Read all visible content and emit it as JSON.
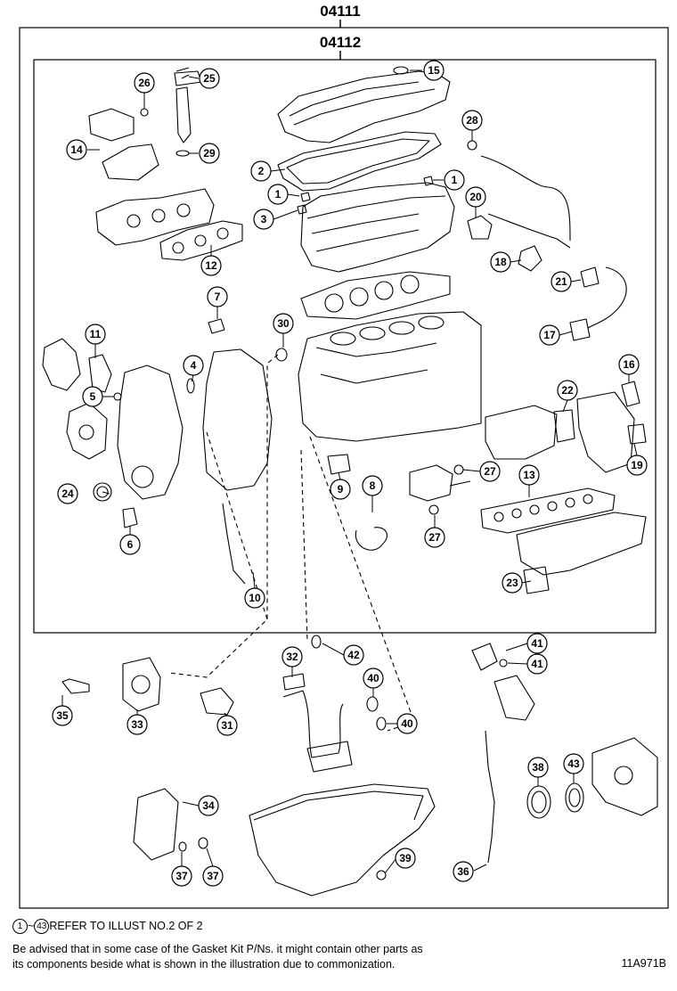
{
  "header": {
    "outer_part_number": "04111",
    "inner_part_number": "04112"
  },
  "callouts": [
    {
      "id": "c1a",
      "label": "1"
    },
    {
      "id": "c1b",
      "label": "1"
    },
    {
      "id": "c2",
      "label": "2"
    },
    {
      "id": "c3",
      "label": "3"
    },
    {
      "id": "c4",
      "label": "4"
    },
    {
      "id": "c5",
      "label": "5"
    },
    {
      "id": "c6",
      "label": "6"
    },
    {
      "id": "c7",
      "label": "7"
    },
    {
      "id": "c8",
      "label": "8"
    },
    {
      "id": "c9",
      "label": "9"
    },
    {
      "id": "c10",
      "label": "10"
    },
    {
      "id": "c11",
      "label": "11"
    },
    {
      "id": "c12",
      "label": "12"
    },
    {
      "id": "c13",
      "label": "13"
    },
    {
      "id": "c14",
      "label": "14"
    },
    {
      "id": "c15",
      "label": "15"
    },
    {
      "id": "c16",
      "label": "16"
    },
    {
      "id": "c17",
      "label": "17"
    },
    {
      "id": "c18",
      "label": "18"
    },
    {
      "id": "c19",
      "label": "19"
    },
    {
      "id": "c20",
      "label": "20"
    },
    {
      "id": "c21",
      "label": "21"
    },
    {
      "id": "c22",
      "label": "22"
    },
    {
      "id": "c23",
      "label": "23"
    },
    {
      "id": "c24",
      "label": "24"
    },
    {
      "id": "c25",
      "label": "25"
    },
    {
      "id": "c26",
      "label": "26"
    },
    {
      "id": "c27a",
      "label": "27"
    },
    {
      "id": "c27b",
      "label": "27"
    },
    {
      "id": "c28",
      "label": "28"
    },
    {
      "id": "c29",
      "label": "29"
    },
    {
      "id": "c30",
      "label": "30"
    },
    {
      "id": "c31",
      "label": "31"
    },
    {
      "id": "c32",
      "label": "32"
    },
    {
      "id": "c33",
      "label": "33"
    },
    {
      "id": "c34",
      "label": "34"
    },
    {
      "id": "c35",
      "label": "35"
    },
    {
      "id": "c36",
      "label": "36"
    },
    {
      "id": "c37a",
      "label": "37"
    },
    {
      "id": "c37b",
      "label": "37"
    },
    {
      "id": "c38",
      "label": "38"
    },
    {
      "id": "c39",
      "label": "39"
    },
    {
      "id": "c40a",
      "label": "40"
    },
    {
      "id": "c40b",
      "label": "40"
    },
    {
      "id": "c41a",
      "label": "41"
    },
    {
      "id": "c41b",
      "label": "41"
    },
    {
      "id": "c42",
      "label": "42"
    },
    {
      "id": "c43",
      "label": "43"
    }
  ],
  "footer": {
    "ref_from": "1",
    "ref_to": "43",
    "ref_sep": "~",
    "ref_text": "REFER TO ILLUST NO.2 OF 2",
    "advisory_line1": "Be advised that in some case of the Gasket Kit P/Ns.  it might contain other parts as",
    "advisory_line2": "its components beside what is shown in the illustration due to commonization.",
    "drawing_code": "11A971B"
  }
}
